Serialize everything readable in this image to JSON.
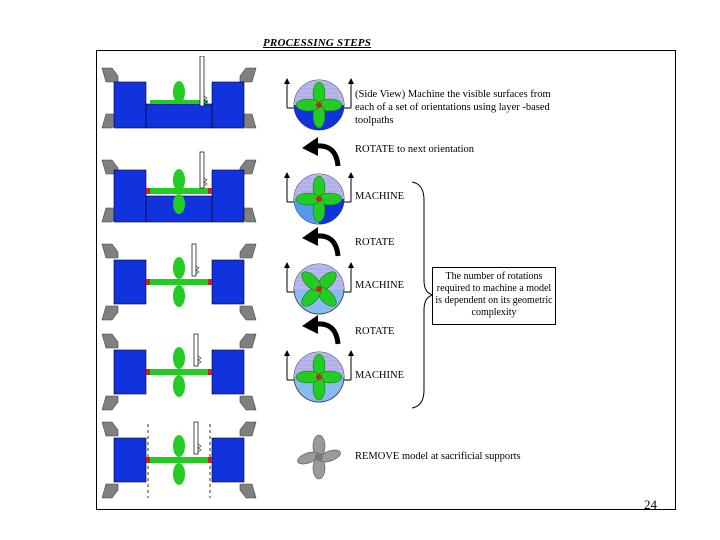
{
  "title": "PROCESSING STEPS",
  "steps": {
    "machine_intro": "(Side View) Machine the visible surfaces from each of a set of orientations using layer -based toolpaths",
    "rotate_first": "ROTATE to next orientation",
    "machine_2": "MACHINE",
    "rotate_2": "ROTATE",
    "machine_3": "MACHINE",
    "rotate_3": "ROTATE",
    "machine_4": "MACHINE",
    "remove": "REMOVE model at sacrificial supports"
  },
  "note": "The number of rotations required to machine a model is dependent on its geometric complexity",
  "page_number": "24",
  "colors": {
    "stock": "#1133dd",
    "model": "#22cc22",
    "clamp": "#808080",
    "sphere_light": "#88bbee",
    "sphere_lavender": "#b8b8ee",
    "support": "#cc2222"
  },
  "icons": [
    "rotate-arrow-icon",
    "cutting-tool-icon"
  ]
}
